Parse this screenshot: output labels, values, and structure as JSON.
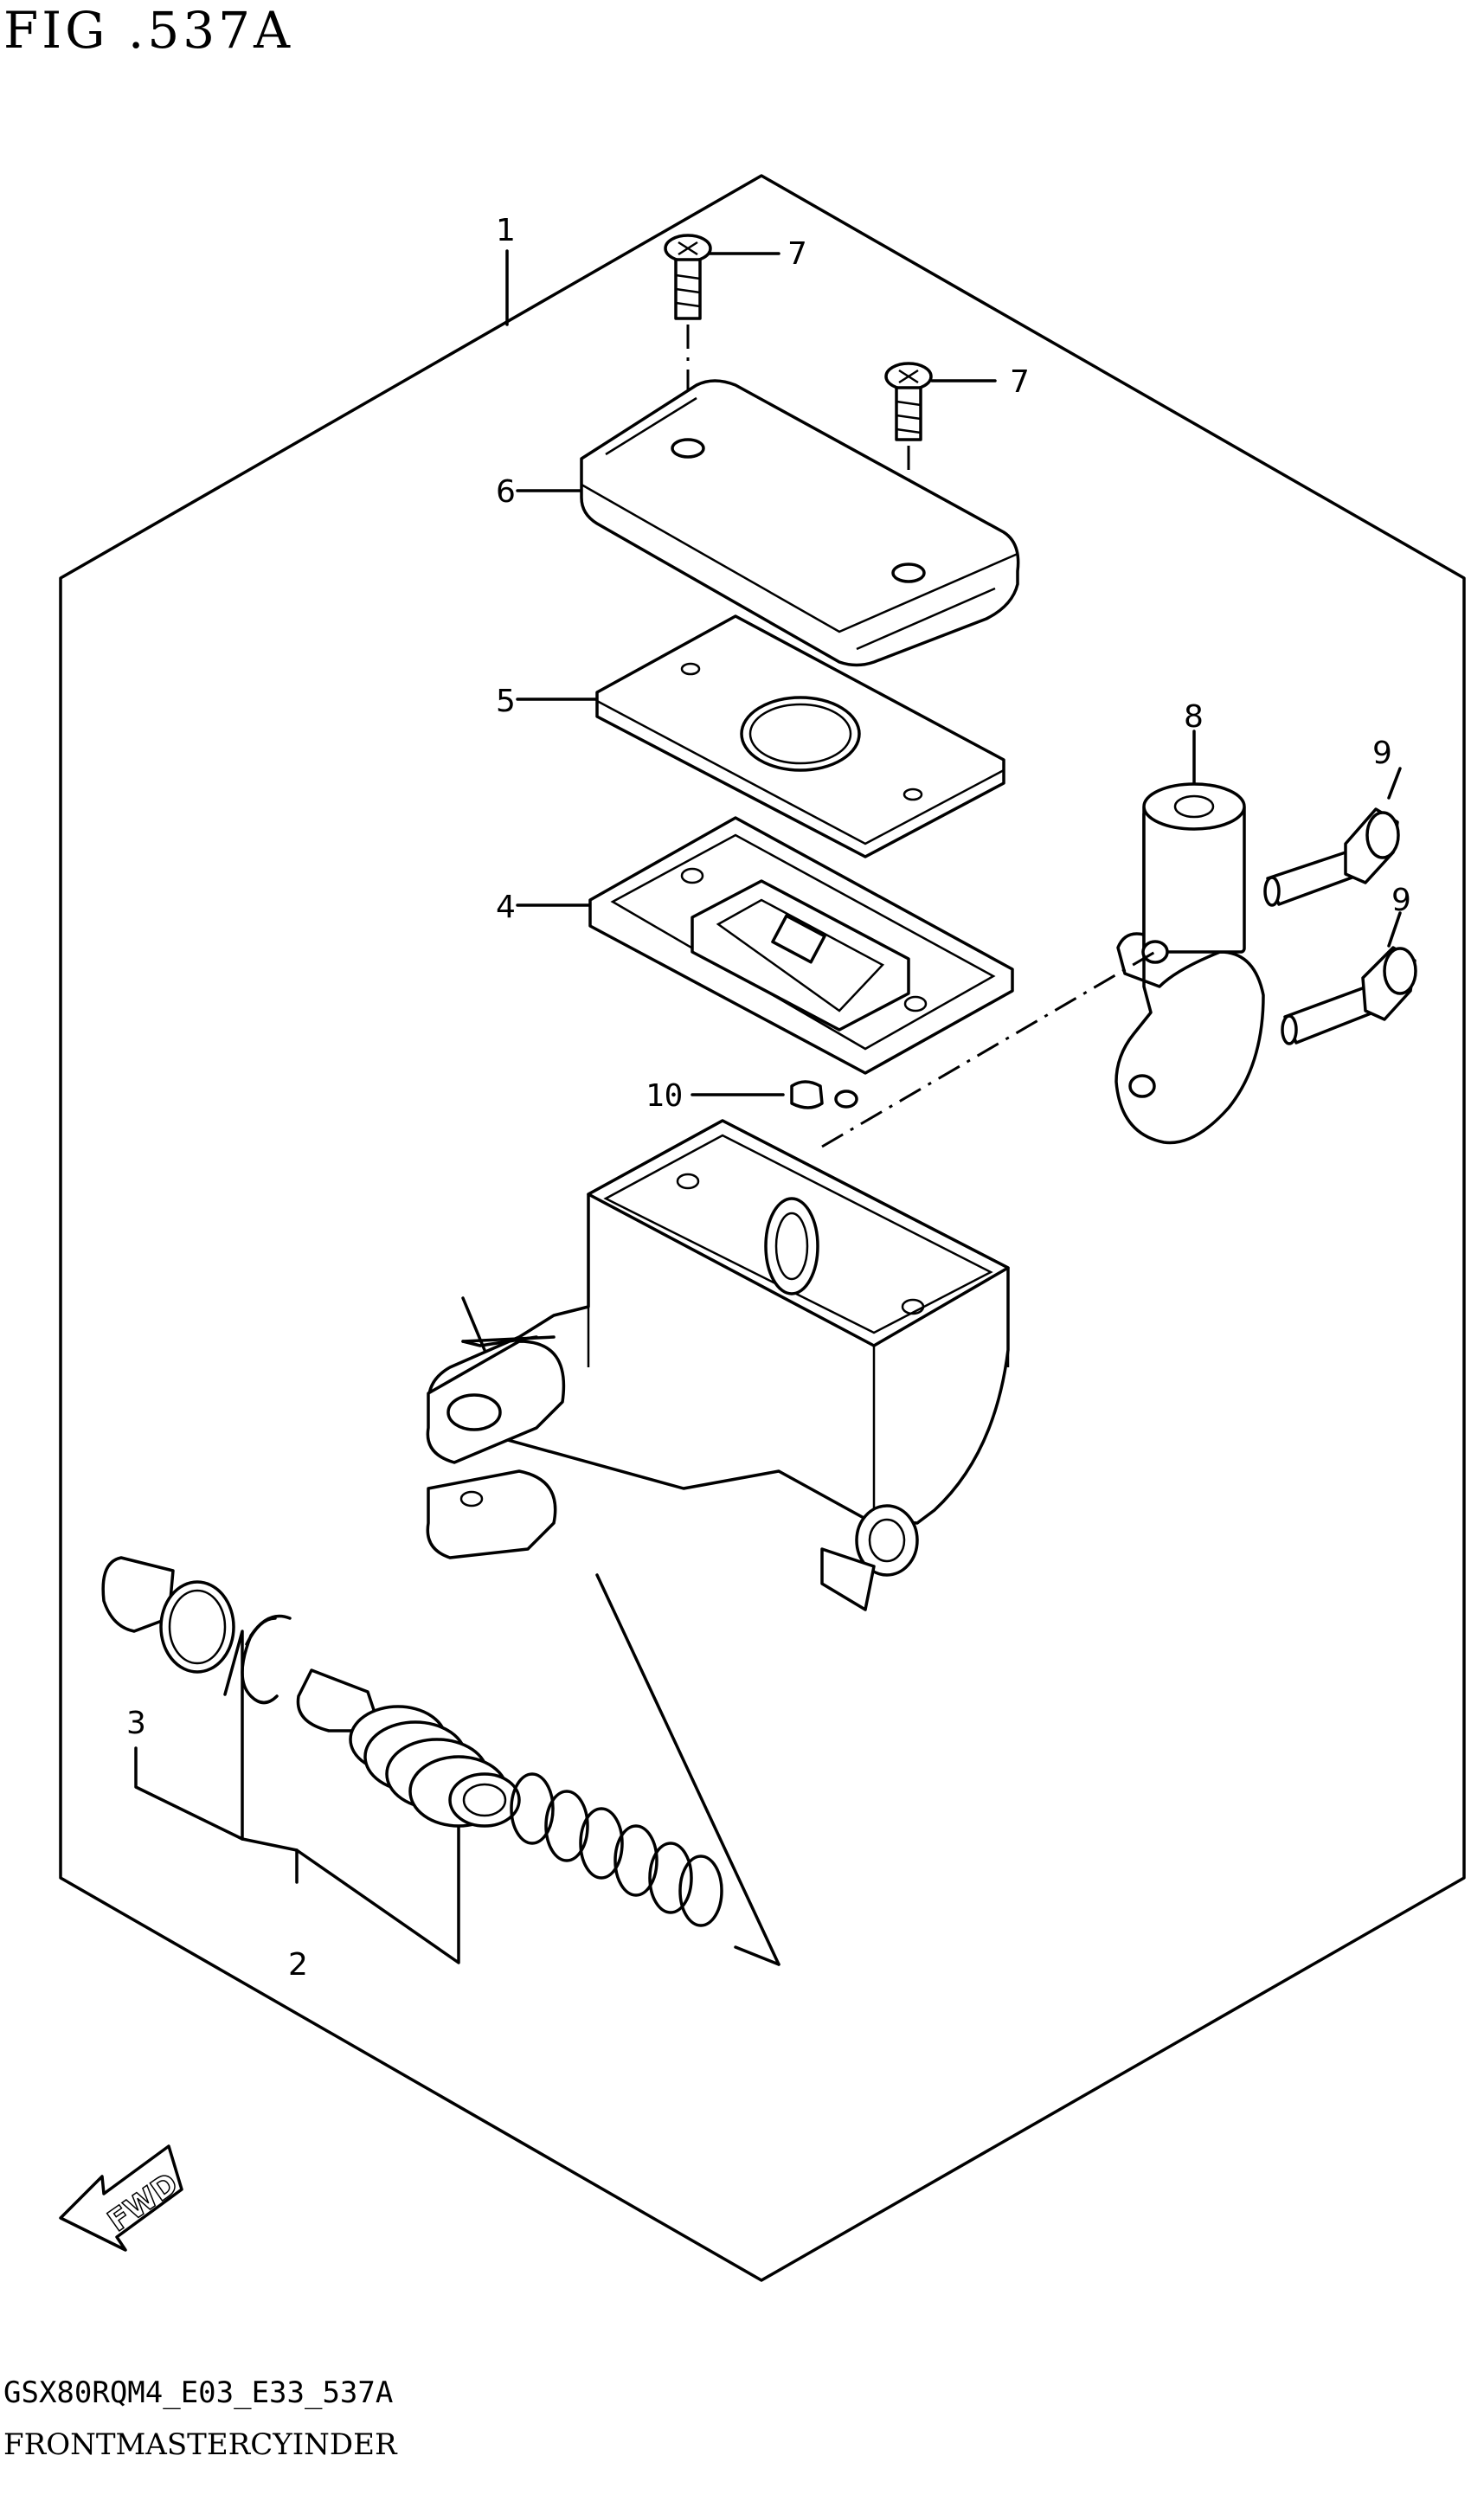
{
  "figure_label": "FIG .537A",
  "drawing_code": "GSX80RQM4_E03_E33_537A",
  "drawing_title": "FRONTMASTERCYINDER",
  "forward_indicator": "FWD",
  "callouts": {
    "c1": "1",
    "c2": "2",
    "c3": "3",
    "c4": "4",
    "c5": "5",
    "c6": "6",
    "c7a": "7",
    "c7b": "7",
    "c8": "8",
    "c9a": "9",
    "c9b": "9",
    "c10": "10"
  }
}
